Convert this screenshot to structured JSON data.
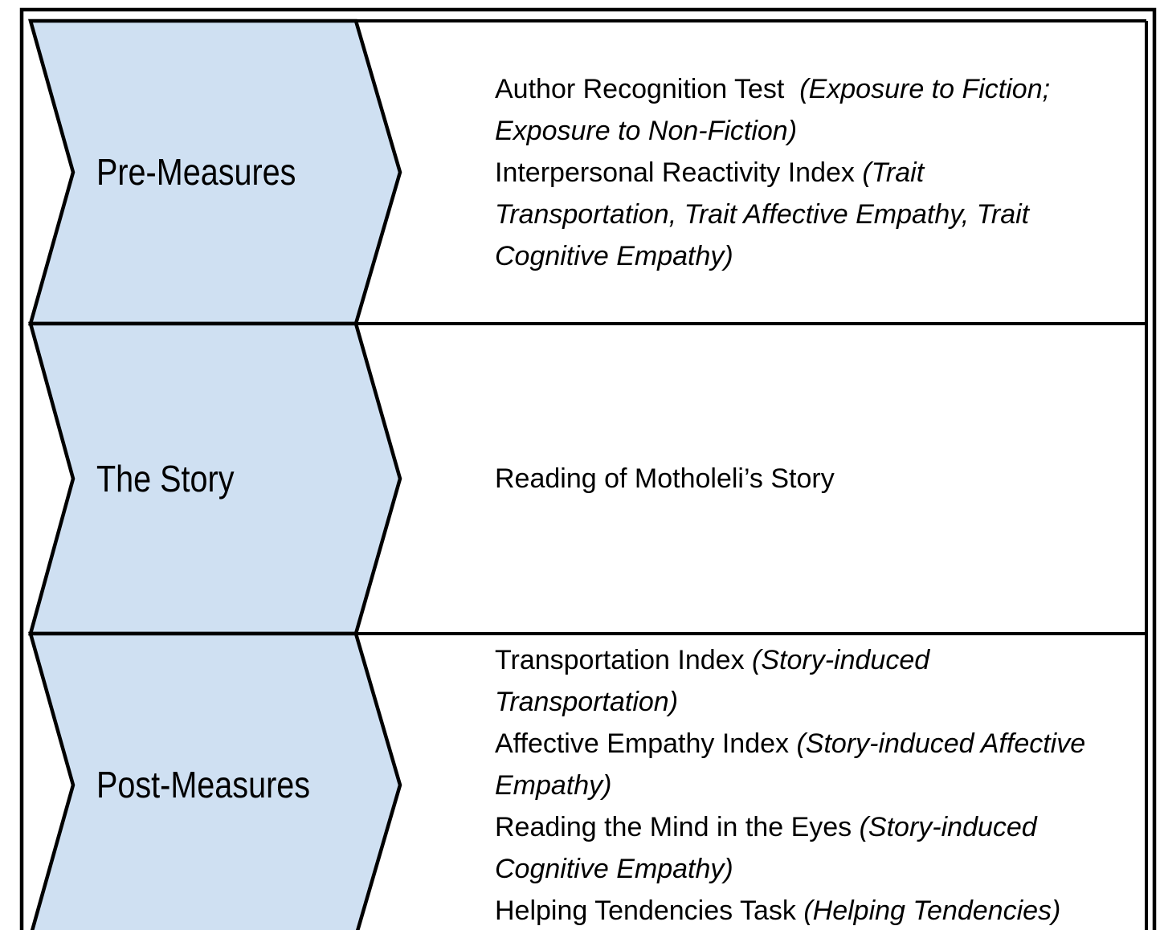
{
  "diagram": {
    "colors": {
      "chevron_fill": "#cfe0f2",
      "outline": "#000000",
      "background": "#ffffff",
      "text": "#000000"
    },
    "rows": [
      {
        "stage_label": "Pre-Measures",
        "content": [
          {
            "segments": [
              {
                "text": "Author Recognition Test  ",
                "style": "regular"
              },
              {
                "text": "(Exposure to Fiction; Exposure to Non-Fiction)",
                "style": "italic"
              }
            ]
          },
          {
            "segments": [
              {
                "text": "Interpersonal Reactivity Index ",
                "style": "regular"
              },
              {
                "text": "(Trait Transportation, Trait Affective Empathy, Trait Cognitive Empathy)",
                "style": "italic"
              }
            ]
          }
        ]
      },
      {
        "stage_label": "The Story",
        "content": [
          {
            "segments": [
              {
                "text": "Reading of Motholeli’s Story",
                "style": "regular"
              }
            ]
          }
        ]
      },
      {
        "stage_label": "Post-Measures",
        "content": [
          {
            "segments": [
              {
                "text": "Transportation Index ",
                "style": "regular"
              },
              {
                "text": "(Story-induced Transportation)",
                "style": "italic"
              }
            ]
          },
          {
            "segments": [
              {
                "text": "Affective Empathy Index ",
                "style": "regular"
              },
              {
                "text": "(Story-induced Affective Empathy)",
                "style": "italic"
              }
            ]
          },
          {
            "segments": [
              {
                "text": "Reading the Mind in the Eyes ",
                "style": "regular"
              },
              {
                "text": "(Story-induced Cognitive Empathy)",
                "style": "italic"
              }
            ]
          },
          {
            "segments": [
              {
                "text": "Helping Tendencies Task ",
                "style": "regular"
              },
              {
                "text": "(Helping Tendencies)",
                "style": "italic"
              }
            ]
          }
        ]
      }
    ]
  }
}
